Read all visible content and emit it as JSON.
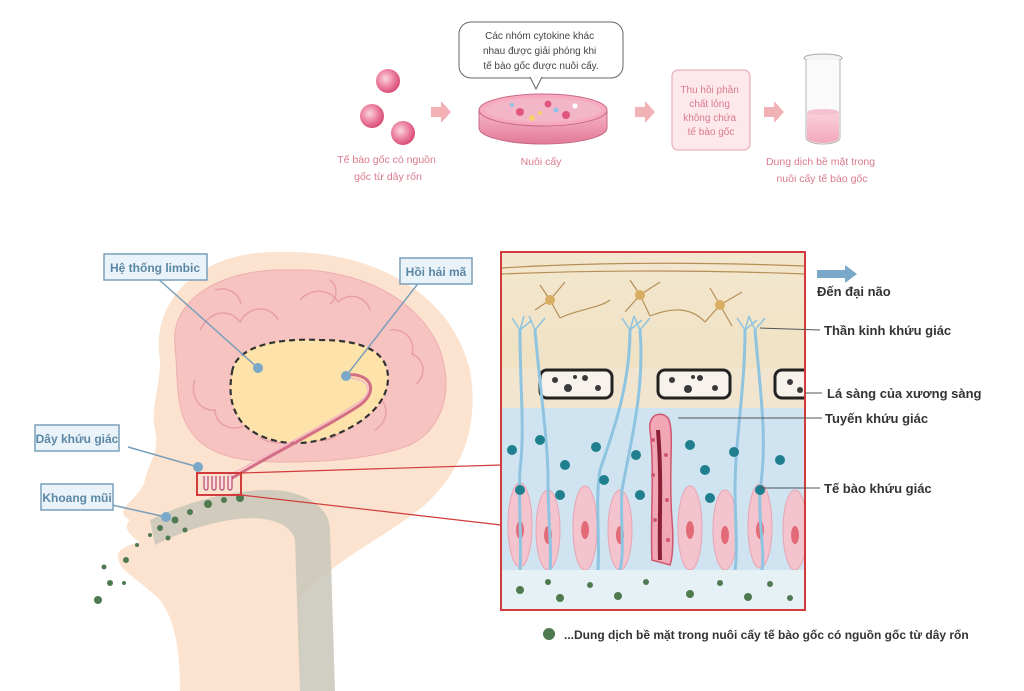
{
  "process": {
    "bubble_lines": [
      "Các nhóm cytokine khác",
      "nhau được giải phóng khi",
      "tế bào gốc được nuôi cấy."
    ],
    "step1_lines": [
      "Tế bào gốc có nguồn",
      "gốc từ dây rốn"
    ],
    "step2_label": "Nuôi cấy",
    "step3_lines": [
      "Thu hồi phần",
      "chất lỏng",
      "không chứa",
      "tế bào gốc"
    ],
    "step4_lines": [
      "Dung dịch bề mặt trong",
      "nuôi cấy tế bào gốc"
    ]
  },
  "head_labels": {
    "limbic": "Hệ thống limbic",
    "hippocampus": "Hồi hải mã",
    "olfactory_nerve": "Dây khứu giác",
    "nasal_cavity": "Khoang mũi"
  },
  "detail_labels": {
    "to_brain": "Đến đại não",
    "olfactory_nerve": "Thần kinh khứu giác",
    "cribriform_plate": "Lá sàng của xương sàng",
    "olfactory_gland": "Tuyến khứu giác",
    "olfactory_cell": "Tế bào khứu giác"
  },
  "legend": {
    "text": "...Dung dịch bề mặt trong nuôi cấy tế bào gốc có nguồn gốc từ dây rốn"
  },
  "colors": {
    "pink_accent": "#e98a9c",
    "blue_label": "#5b87a6",
    "green_dot": "#4f7a4f",
    "skin": "#fbe3cf",
    "brain": "#f6c3c0",
    "limbic": "#fde2a9"
  }
}
